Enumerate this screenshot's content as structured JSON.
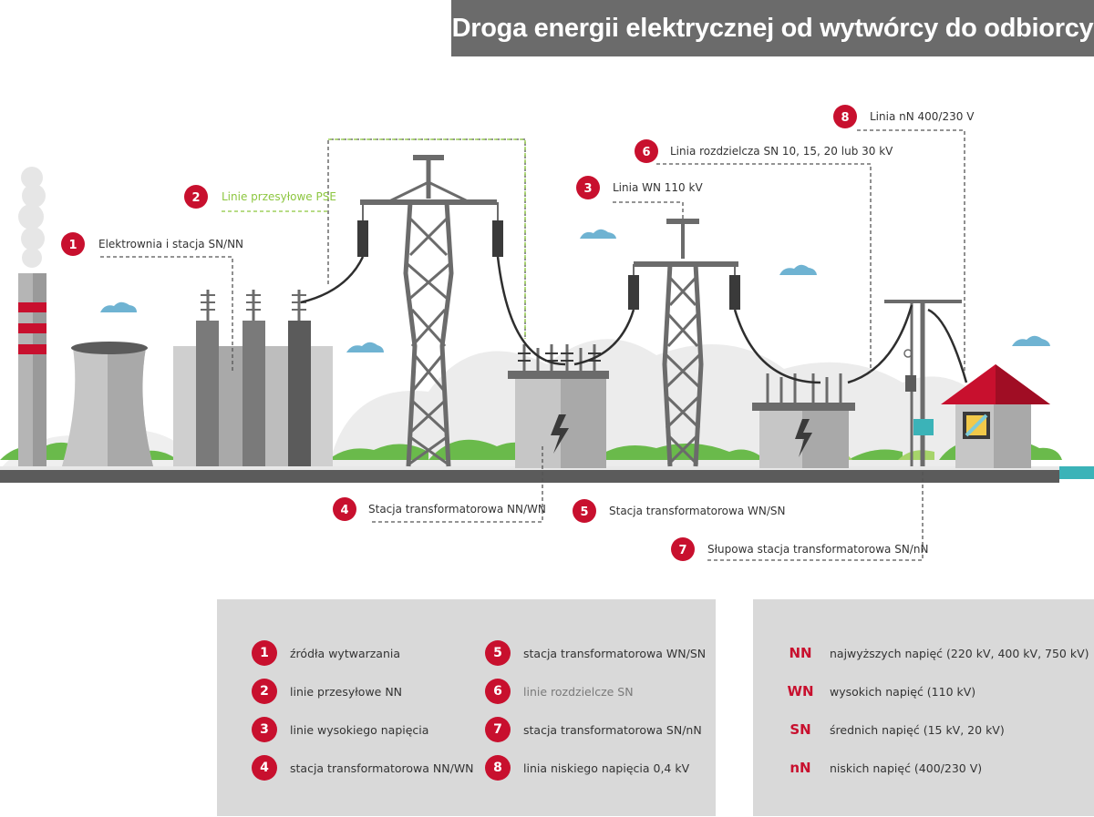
{
  "title": "Droga energii elektrycznej od wytwórcy do odbiorcy",
  "colors": {
    "accent_red": "#c8102e",
    "title_bg": "#6b6b6b",
    "green_label": "#8cc63f",
    "panel_bg": "#d9d9d9"
  },
  "callouts": [
    {
      "num": "1",
      "label": "Elektrownia i stacja SN/NN"
    },
    {
      "num": "2",
      "label": "Linie przesyłowe PSE"
    },
    {
      "num": "3",
      "label": "Linia WN 110 kV"
    },
    {
      "num": "4",
      "label": "Stacja transformatorowa NN/WN"
    },
    {
      "num": "5",
      "label": "Stacja transformatorowa WN/SN"
    },
    {
      "num": "6",
      "label": "Linia rozdzielcza SN 10, 15, 20 lub 30 kV"
    },
    {
      "num": "7",
      "label": "Słupowa stacja transformatorowa SN/nN"
    },
    {
      "num": "8",
      "label": "Linia nN 400/230 V"
    }
  ],
  "legend_items": [
    {
      "num": "1",
      "text": "źródła wytwarzania"
    },
    {
      "num": "2",
      "text": "linie przesyłowe NN"
    },
    {
      "num": "3",
      "text": "linie wysokiego napięcia"
    },
    {
      "num": "4",
      "text": "stacja transformatorowa NN/WN"
    },
    {
      "num": "5",
      "text": "stacja transformatorowa WN/SN"
    },
    {
      "num": "6",
      "text": "linie rozdzielcze SN"
    },
    {
      "num": "7",
      "text": "stacja transformatorowa SN/nN"
    },
    {
      "num": "8",
      "text": "linia niskiego napięcia 0,4 kV"
    }
  ],
  "voltage_levels": [
    {
      "abbr": "NN",
      "text": "najwyższych napięć (220 kV, 400 kV, 750 kV)"
    },
    {
      "abbr": "WN",
      "text": "wysokich napięć (110 kV)"
    },
    {
      "abbr": "SN",
      "text": "średnich napięć (15 kV, 20 kV)"
    },
    {
      "abbr": "nN",
      "text": "niskich napięć (400/230 V)"
    }
  ]
}
